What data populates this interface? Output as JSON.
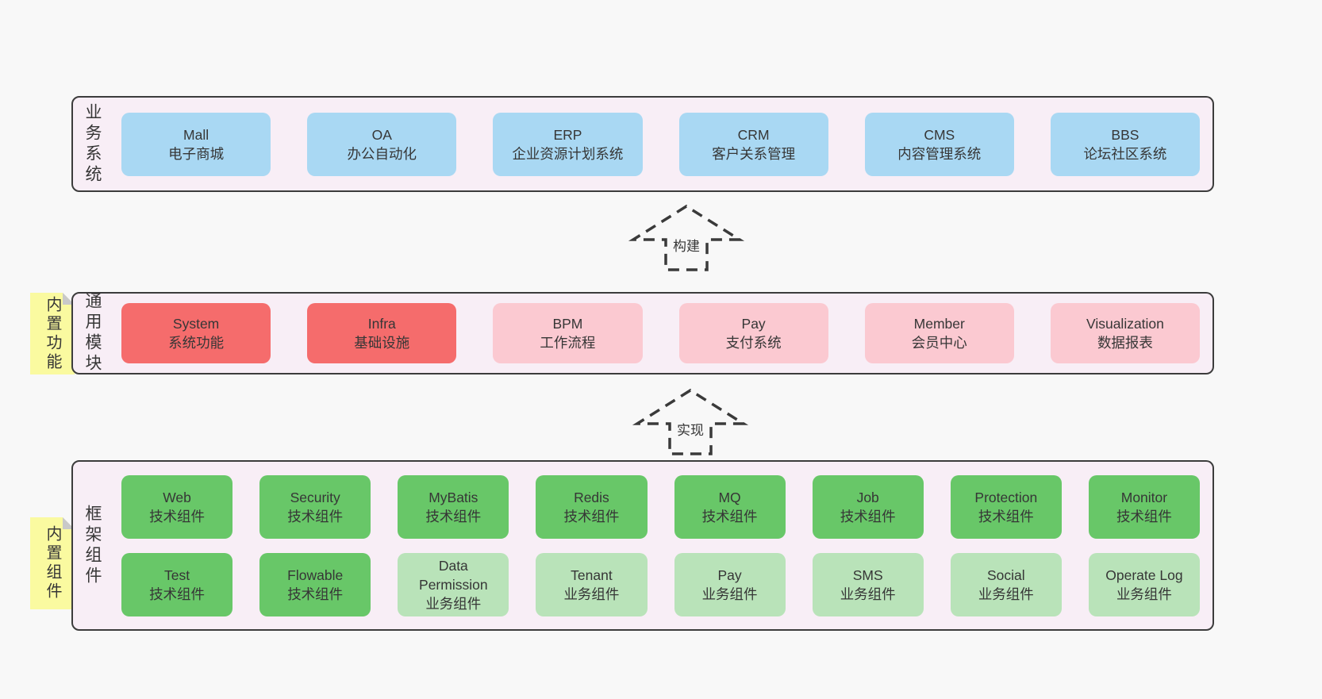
{
  "arrows": {
    "build": "构建",
    "implement": "实现"
  },
  "layers": {
    "business": {
      "label": "业务系统",
      "boxes": [
        {
          "title": "Mall",
          "subtitle": "电子商城",
          "color": "blue"
        },
        {
          "title": "OA",
          "subtitle": "办公自动化",
          "color": "blue"
        },
        {
          "title": "ERP",
          "subtitle": "企业资源计划系统",
          "color": "blue"
        },
        {
          "title": "CRM",
          "subtitle": "客户关系管理",
          "color": "blue"
        },
        {
          "title": "CMS",
          "subtitle": "内容管理系统",
          "color": "blue"
        },
        {
          "title": "BBS",
          "subtitle": "论坛社区系统",
          "color": "blue"
        }
      ]
    },
    "modules": {
      "label": "通用模块",
      "note": "内置功能",
      "boxes": [
        {
          "title": "System",
          "subtitle": "系统功能",
          "color": "red"
        },
        {
          "title": "Infra",
          "subtitle": "基础设施",
          "color": "red"
        },
        {
          "title": "BPM",
          "subtitle": "工作流程",
          "color": "pink"
        },
        {
          "title": "Pay",
          "subtitle": "支付系统",
          "color": "pink"
        },
        {
          "title": "Member",
          "subtitle": "会员中心",
          "color": "pink"
        },
        {
          "title": "Visualization",
          "subtitle": "数据报表",
          "color": "pink"
        }
      ]
    },
    "components": {
      "label": "框架组件",
      "note": "内置组件",
      "row1": [
        {
          "title": "Web",
          "subtitle": "技术组件",
          "color": "green"
        },
        {
          "title": "Security",
          "subtitle": "技术组件",
          "color": "green"
        },
        {
          "title": "MyBatis",
          "subtitle": "技术组件",
          "color": "green"
        },
        {
          "title": "Redis",
          "subtitle": "技术组件",
          "color": "green"
        },
        {
          "title": "MQ",
          "subtitle": "技术组件",
          "color": "green"
        },
        {
          "title": "Job",
          "subtitle": "技术组件",
          "color": "green"
        },
        {
          "title": "Protection",
          "subtitle": "技术组件",
          "color": "green"
        },
        {
          "title": "Monitor",
          "subtitle": "技术组件",
          "color": "green"
        }
      ],
      "row2": [
        {
          "title": "Test",
          "subtitle": "技术组件",
          "color": "green"
        },
        {
          "title": "Flowable",
          "subtitle": "技术组件",
          "color": "green"
        },
        {
          "title": "Data Permission",
          "subtitle": "业务组件",
          "color": "light-green"
        },
        {
          "title": "Tenant",
          "subtitle": "业务组件",
          "color": "light-green"
        },
        {
          "title": "Pay",
          "subtitle": "业务组件",
          "color": "light-green"
        },
        {
          "title": "SMS",
          "subtitle": "业务组件",
          "color": "light-green"
        },
        {
          "title": "Social",
          "subtitle": "业务组件",
          "color": "light-green"
        },
        {
          "title": "Operate Log",
          "subtitle": "业务组件",
          "color": "light-green"
        }
      ]
    }
  },
  "colors": {
    "page_bg": "#f8f8f8",
    "container_bg": "#f8eef6",
    "container_border": "#3c3c3c",
    "box_blue": "#a9d8f3",
    "box_red": "#f56c6c",
    "box_pink": "#fbc9d1",
    "box_green": "#68c768",
    "box_light_green": "#b9e3b9",
    "note_yellow": "#fafaa0",
    "note_fold": "#c9c9c9",
    "text": "#363636",
    "arrow": "#3a3a3a"
  }
}
